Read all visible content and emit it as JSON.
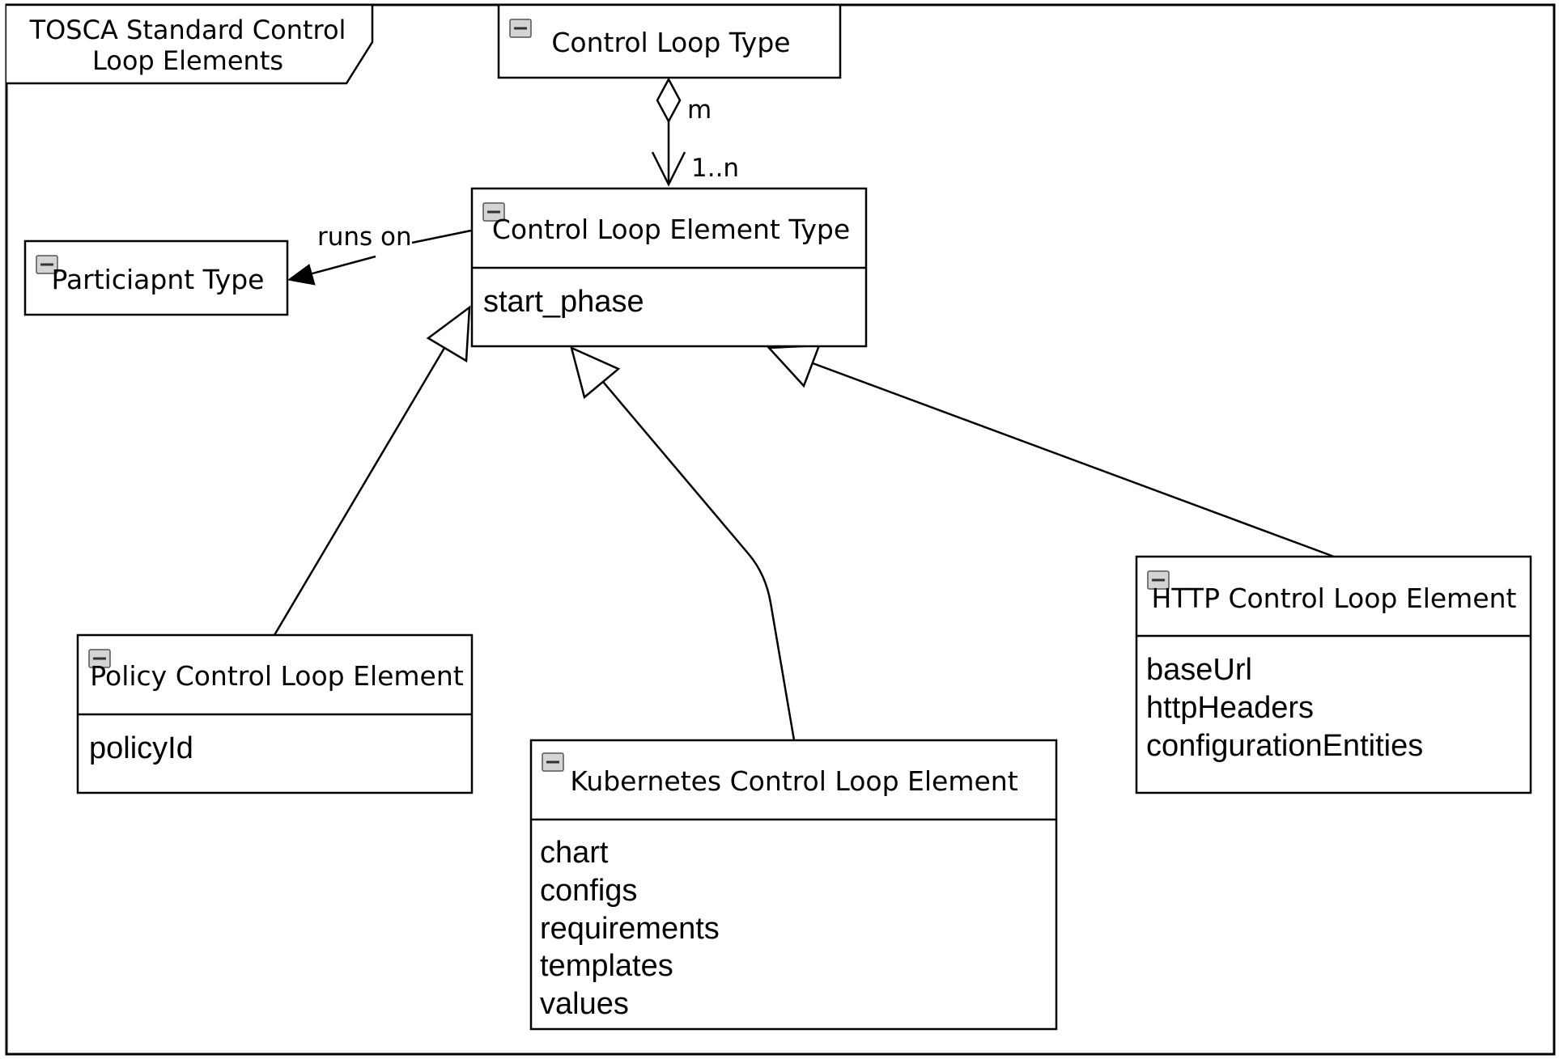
{
  "frame": {
    "title_line1": "TOSCA Standard Control",
    "title_line2": "Loop Elements"
  },
  "classes": {
    "control_loop_type": {
      "title": "Control Loop Type",
      "attributes": []
    },
    "control_loop_element_type": {
      "title": "Control Loop Element Type",
      "attributes": [
        "start_phase"
      ]
    },
    "participant_type": {
      "title": "Particiapnt Type",
      "attributes": []
    },
    "policy_element": {
      "title": "Policy Control Loop Element",
      "attributes": [
        "policyId"
      ]
    },
    "kubernetes_element": {
      "title": "Kubernetes Control Loop Element",
      "attributes": [
        "chart",
        "configs",
        "requirements",
        "templates",
        "values"
      ]
    },
    "http_element": {
      "title": "HTTP Control Loop Element",
      "attributes": [
        "baseUrl",
        "httpHeaders",
        "configurationEntities"
      ]
    }
  },
  "associations": {
    "composition": {
      "source_multiplicity": "m",
      "target_multiplicity": "1..n"
    },
    "runs_on": {
      "label": "runs on"
    }
  },
  "icons": {
    "collapse": "collapse-minus-icon",
    "inheritance": "hollow-triangle-arrow",
    "composition": "hollow-diamond"
  },
  "colors": {
    "line": "#000000",
    "background": "#ffffff",
    "icon_fill": "#d4d4d4"
  }
}
